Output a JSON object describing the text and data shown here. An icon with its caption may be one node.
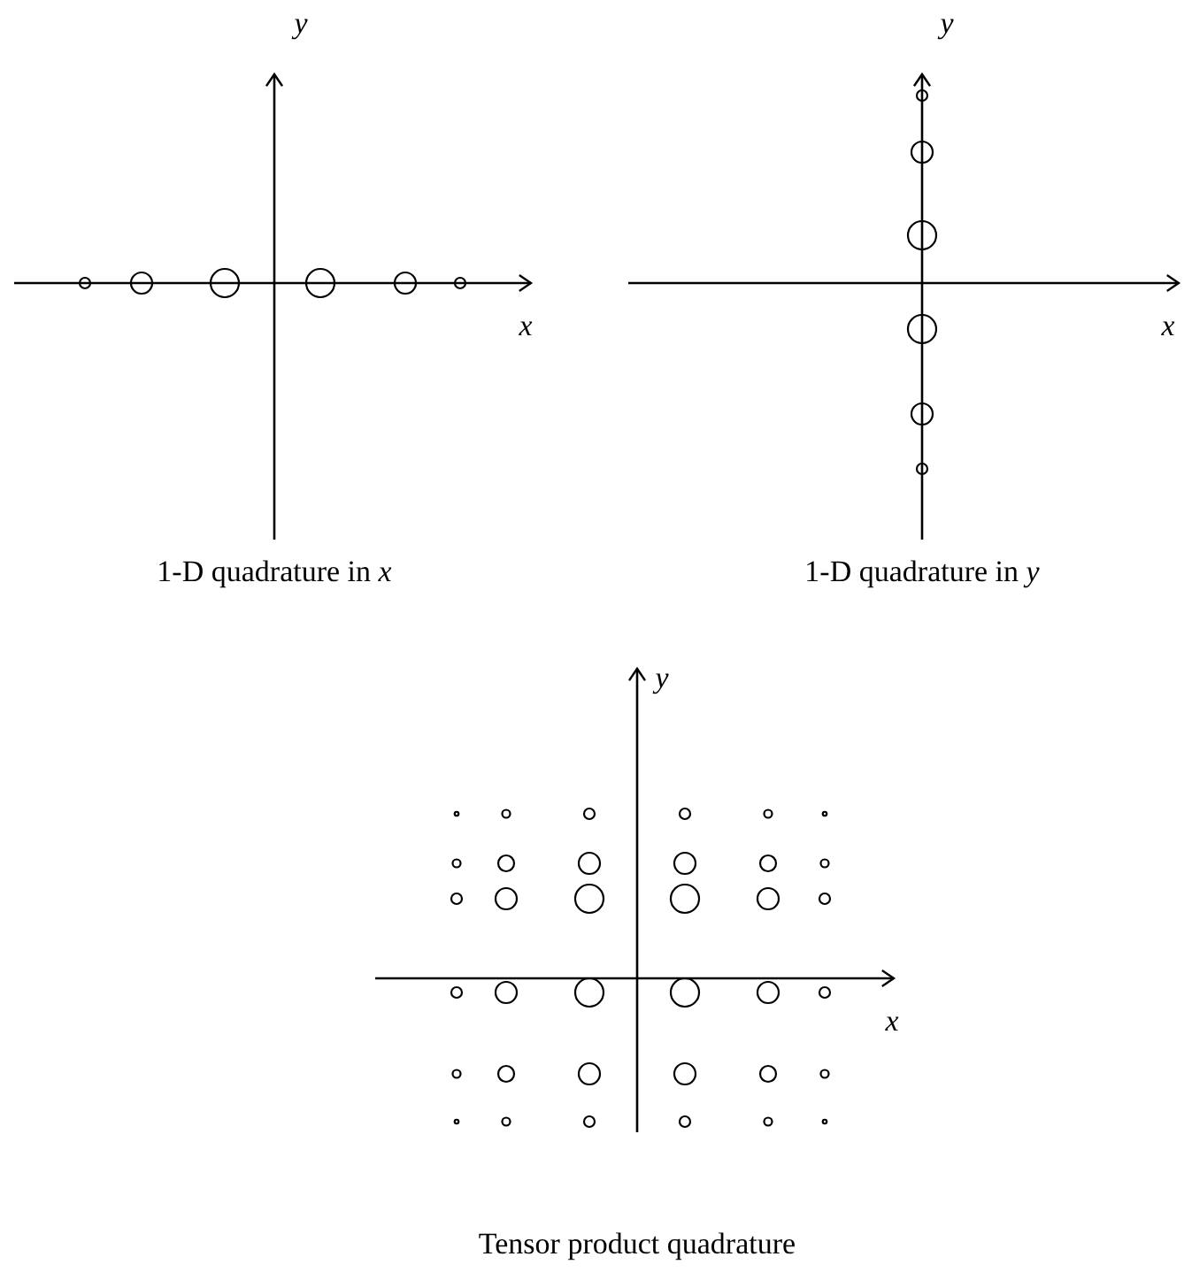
{
  "diagram": {
    "labels": [
      "y",
      "y",
      "x",
      "x",
      "1-D quadrature in *x*",
      "1-D quadrature in *y*",
      "y",
      "x",
      "Tensor product quadrature"
    ]
  }
}
